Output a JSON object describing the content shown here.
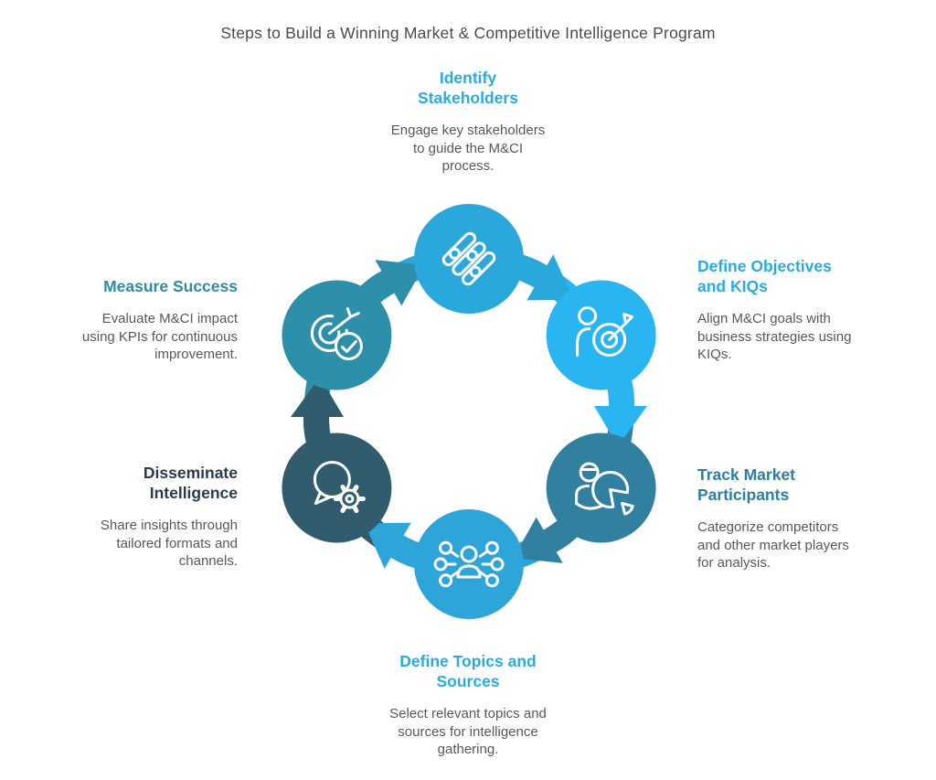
{
  "title": "Steps to Build a Winning Market & Competitive Intelligence Program",
  "colors": {
    "background": "#FFFFFF",
    "title_text": "#4B4B4D",
    "body_text": "#57585A",
    "icon_stroke": "#FFFFFF"
  },
  "flow": {
    "shape": "circular-cycle",
    "direction": "clockwise",
    "step_count": 6
  },
  "steps": [
    {
      "id": "identify-stakeholders",
      "position": "top",
      "heading": [
        "Identify",
        "Stakeholders"
      ],
      "body": [
        "Engage key stakeholders",
        "to guide the M&CI",
        "process."
      ],
      "icon": "sliders-icon",
      "circle_color": "#2AA8DC",
      "heading_color": "#29ABE2"
    },
    {
      "id": "define-objectives-kiqs",
      "position": "upper-right",
      "heading": [
        "Define Objectives",
        "and KIQs"
      ],
      "body": [
        "Align M&CI goals with",
        "business strategies using",
        "KIQs."
      ],
      "icon": "person-target-icon",
      "circle_color": "#29B5F2",
      "heading_color": "#29ABE2"
    },
    {
      "id": "track-market-participants",
      "position": "lower-right",
      "heading": [
        "Track Market",
        "Participants"
      ],
      "body": [
        "Categorize competitors",
        "and other market players",
        "for analysis."
      ],
      "icon": "person-pie-chart-icon",
      "circle_color": "#31809F",
      "heading_color": "#2E7F9E"
    },
    {
      "id": "define-topics-sources",
      "position": "bottom",
      "heading": [
        "Define Topics and",
        "Sources"
      ],
      "body": [
        "Select relevant topics and",
        "sources for intelligence",
        "gathering."
      ],
      "icon": "network-people-icon",
      "circle_color": "#2EA5D8",
      "heading_color": "#29ABE2"
    },
    {
      "id": "disseminate-intelligence",
      "position": "lower-left",
      "heading": [
        "Disseminate",
        "Intelligence"
      ],
      "body": [
        "Share insights through",
        "tailored formats and",
        "channels."
      ],
      "icon": "speech-bubble-gear-icon",
      "circle_color": "#315C6D",
      "heading_color": "#2B3B49"
    },
    {
      "id": "measure-success",
      "position": "upper-left",
      "heading": [
        "Measure Success"
      ],
      "body": [
        "Evaluate M&CI impact",
        "using KPIs for continuous",
        "improvement."
      ],
      "icon": "target-checkmark-icon",
      "circle_color": "#2D8FA9",
      "heading_color": "#2E8C9E"
    }
  ]
}
